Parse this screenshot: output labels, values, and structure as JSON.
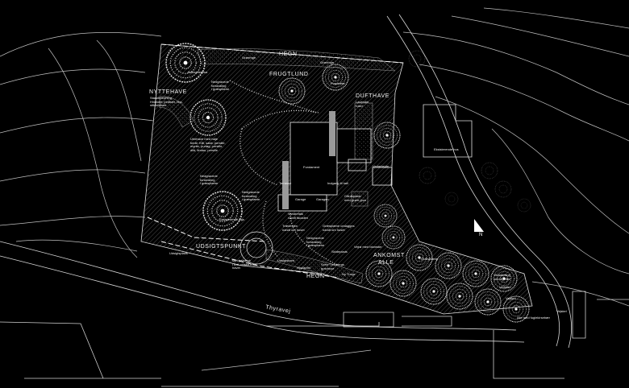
{
  "colors": {
    "background": "#000000",
    "lines": "#d8d8d8",
    "hatch": "#7a7a7a",
    "text": "#f2f2f2"
  },
  "areas": {
    "hegn_top": "HEGN",
    "frugtlund": "FRUGTLUND",
    "nyttehave": "NYTTEHAVE",
    "dufthave": "DUFTHAVE",
    "udsigtspunkt": "UDSIGTSPUNKT",
    "hegn_bottom": "HEGN",
    "ankomst": "ANKOMST",
    "alle": "ALLE"
  },
  "road": "Thyravej",
  "north": "N",
  "notes": {
    "n1": "Kokoadekirsa",
    "n2": "Nedgravede\nforskraling\ni græsplæne",
    "n3": "Grønrhge",
    "n4": "Grønrhge",
    "n5": "Purpletræ",
    "n6": "Staudebedning\nHindbær, jordbær, ribs,\nstikkelsbær",
    "n7": "Lavendel\nroser",
    "n8": "Urtehave med høje\nbede: Kål, salat, persille,\nmynte, purløg, persille,\ndild, timian, persille",
    "n9": "Nedgravede\nforskraling\ni græsplæne",
    "n10": "Fundament",
    "n11": "Terrasse",
    "n12": "Indgang til hall",
    "n13": "Garage",
    "n14": "Garagen",
    "n15": "Gårdsplads\nmed grønt grus",
    "n16": "Nedgravede\nforskraling\ni græsplæne",
    "n17": "Eksisterende tuja",
    "n18": "Eksisterende hus",
    "n19": "Vedarbejde",
    "n20": "Vandrefalk\nvandt facaden",
    "n21": "Trædesten\nnandt om huset",
    "n22": "Græsplæne omlagges\nnandt om huset",
    "n23": "Nedgravede\nforskraling\ni græsplæne",
    "n24": "Udsigtsplads",
    "n25": "Vejrø med blomster",
    "n26": "Mindesbænk\ni træ, udsigt mod\nhavet",
    "n27": "Udsigtskant",
    "n28": "Siddeplads",
    "n29": "Sorte Thorbergs\ngravhuse",
    "n30": "Nyplantet",
    "n31": "Ny Thuja",
    "n32": "Vedsten",
    "n33": "Græsplæne",
    "n34": "Allé med fuglekirsebær",
    "n35": "Vejskel",
    "n36": "Vedsamling\nmed bjælke",
    "n37": "Vejskel"
  }
}
